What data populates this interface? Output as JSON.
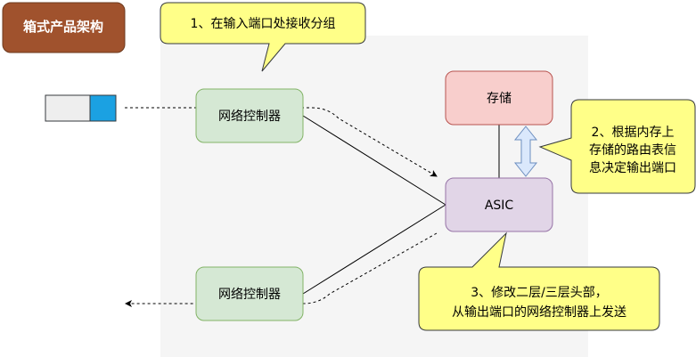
{
  "title": "箱式产品架构",
  "nodes": {
    "controller_top": "网络控制器",
    "controller_bottom": "网络控制器",
    "storage": "存储",
    "asic": "ASIC"
  },
  "callouts": {
    "step1": "1、在输入端口处接收分组",
    "step2": [
      "2、根据内存上",
      "存储的路由表信",
      "息决定输出端口"
    ],
    "step3": [
      "3、修改二层/三层头部，",
      "从输出端口的网络控制器上发送"
    ]
  },
  "colors": {
    "title_fill": "#a0522d",
    "callout_fill": "#ffff88",
    "controller_fill": "#d5e8d4",
    "storage_fill": "#f8cecc",
    "asic_fill": "#e1d5e7",
    "background_panel": "#f5f5f5",
    "packet_header": "#1ba1e2"
  }
}
